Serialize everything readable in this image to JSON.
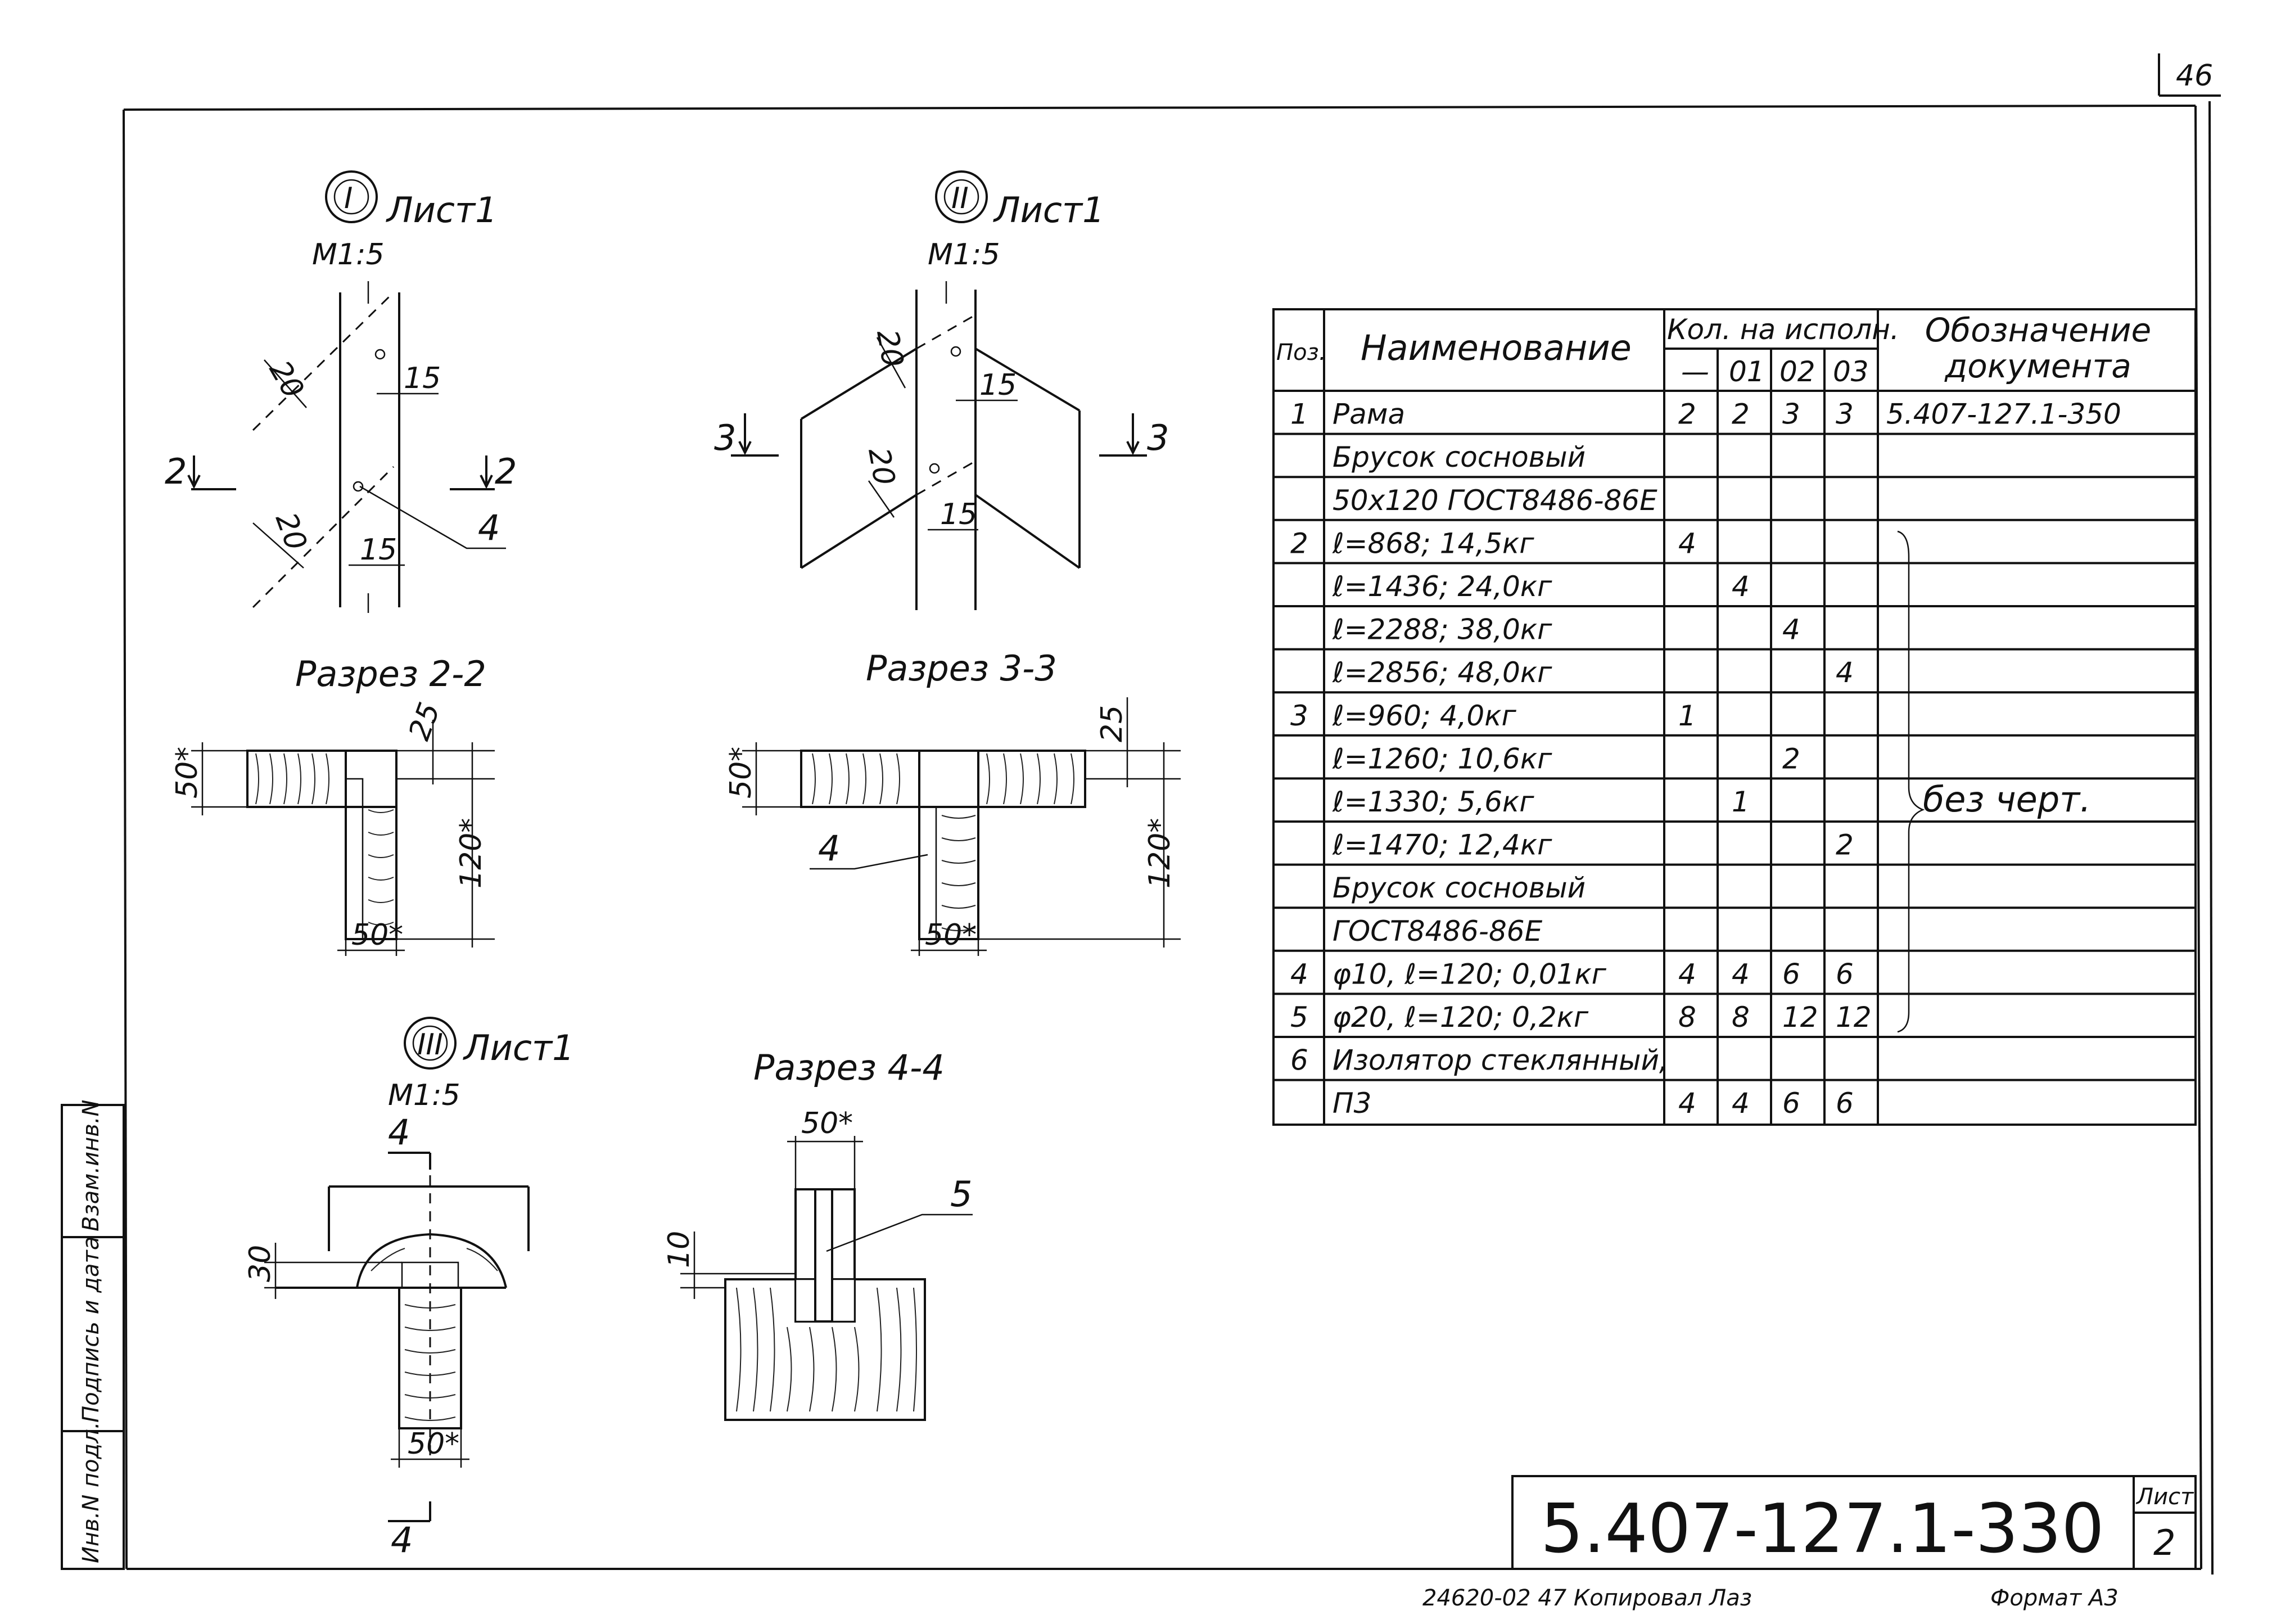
{
  "page_number": "46",
  "details": {
    "d1": {
      "marker": "I",
      "sheet": "Лист1",
      "scale": "М1:5"
    },
    "d2": {
      "marker": "II",
      "sheet": "Лист1",
      "scale": "М1:5"
    },
    "d3": {
      "marker": "III",
      "sheet": "Лист1",
      "scale": "М1:5"
    }
  },
  "dims": {
    "d1_20a": "20",
    "d1_15a": "15",
    "d1_20b": "20",
    "d1_15b": "15",
    "d1_sec_left": "2",
    "d1_sec_right": "2",
    "d1_callout": "4",
    "d2_20a": "20",
    "d2_15a": "15",
    "d2_20b": "20",
    "d2_15b": "15",
    "d2_sec_left": "3",
    "d2_sec_right": "3",
    "d3_sec_top": "4",
    "d3_sec_bottom": "4",
    "d3_30": "30",
    "d3_50": "50*"
  },
  "sections": {
    "s22": {
      "title": "Разрез 2-2",
      "dim_25": "25",
      "dim_50l": "50*",
      "dim_120": "120*",
      "dim_50b": "50*"
    },
    "s33": {
      "title": "Разрез 3-3",
      "dim_25": "25",
      "dim_50l": "50*",
      "dim_120": "120*",
      "dim_50b": "50*",
      "callout": "4"
    },
    "s44": {
      "title": "Разрез 4-4",
      "dim_50": "50*",
      "dim_10": "10",
      "callout": "5"
    }
  },
  "table": {
    "headers": {
      "pos": "Поз.",
      "name": "Наименование",
      "qty": "Кол. на исполн.",
      "qty_cols": [
        "—",
        "01",
        "02",
        "03"
      ],
      "doc": "Обозначение документа"
    },
    "rows": [
      {
        "pos": "1",
        "name": "Рама",
        "q": [
          "2",
          "2",
          "3",
          "3"
        ],
        "doc": "5.407-127.1-350"
      },
      {
        "pos": "",
        "name": "Брусок сосновый",
        "q": [
          "",
          "",
          "",
          ""
        ],
        "doc": ""
      },
      {
        "pos": "",
        "name": "50х120 ГОСТ8486-86Е",
        "q": [
          "",
          "",
          "",
          ""
        ],
        "doc": ""
      },
      {
        "pos": "2",
        "name": "ℓ=868; 14,5кг",
        "q": [
          "4",
          "",
          "",
          ""
        ],
        "doc": ""
      },
      {
        "pos": "",
        "name": "ℓ=1436; 24,0кг",
        "q": [
          "",
          "4",
          "",
          ""
        ],
        "doc": ""
      },
      {
        "pos": "",
        "name": "ℓ=2288; 38,0кг",
        "q": [
          "",
          "",
          "4",
          ""
        ],
        "doc": ""
      },
      {
        "pos": "",
        "name": "ℓ=2856; 48,0кг",
        "q": [
          "",
          "",
          "",
          "4"
        ],
        "doc": ""
      },
      {
        "pos": "3",
        "name": "ℓ=960; 4,0кг",
        "q": [
          "1",
          "",
          "",
          ""
        ],
        "doc": ""
      },
      {
        "pos": "",
        "name": "ℓ=1260; 10,6кг",
        "q": [
          "",
          "",
          "2",
          ""
        ],
        "doc": ""
      },
      {
        "pos": "",
        "name": "ℓ=1330; 5,6кг",
        "q": [
          "",
          "1",
          "",
          ""
        ],
        "doc": "без черт."
      },
      {
        "pos": "",
        "name": "ℓ=1470; 12,4кг",
        "q": [
          "",
          "",
          "",
          "2"
        ],
        "doc": ""
      },
      {
        "pos": "",
        "name": "Брусок сосновый",
        "q": [
          "",
          "",
          "",
          ""
        ],
        "doc": ""
      },
      {
        "pos": "",
        "name": "ГОСТ8486-86Е",
        "q": [
          "",
          "",
          "",
          ""
        ],
        "doc": ""
      },
      {
        "pos": "4",
        "name": "φ10, ℓ=120; 0,01кг",
        "q": [
          "4",
          "4",
          "6",
          "6"
        ],
        "doc": ""
      },
      {
        "pos": "5",
        "name": "φ20, ℓ=120; 0,2кг",
        "q": [
          "8",
          "8",
          "12",
          "12"
        ],
        "doc": ""
      },
      {
        "pos": "6",
        "name": "Изолятор стеклянный,",
        "q": [
          "",
          "",
          "",
          ""
        ],
        "doc": ""
      },
      {
        "pos": "",
        "name": "П3",
        "q": [
          "4",
          "4",
          "6",
          "6"
        ],
        "doc": ""
      }
    ]
  },
  "side_stamp": [
    "Инв.N подл.",
    "Подпись и дата",
    "Взам.инв.N"
  ],
  "title_block": {
    "code": "5.407-127.1-330",
    "sheet_label": "Лист",
    "sheet_no": "2"
  },
  "footer": {
    "left": "24620-02  47  Копировал Лаз",
    "right": "Формат А3"
  }
}
